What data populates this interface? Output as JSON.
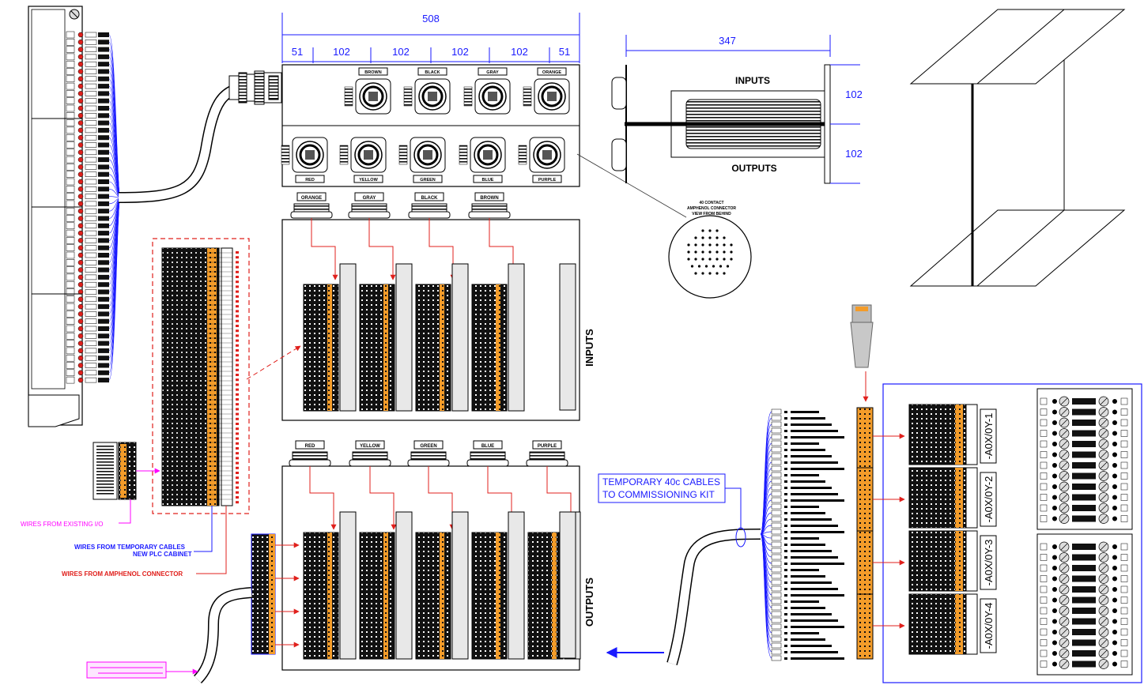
{
  "dimensions": {
    "total_width": "508",
    "segments": [
      "51",
      "102",
      "102",
      "102",
      "102",
      "51"
    ],
    "side_depth": "347",
    "heights": [
      "102",
      "102"
    ]
  },
  "side_view": {
    "inputs_label": "INPUTS",
    "outputs_label": "OUTPUTS"
  },
  "top_connectors": [
    "BROWN",
    "BLACK",
    "GRAY",
    "ORANGE"
  ],
  "bottom_connectors": [
    "RED",
    "YELLOW",
    "GREEN",
    "BLUE",
    "PURPLE"
  ],
  "input_cabinet": {
    "connectors": [
      "ORANGE",
      "GRAY",
      "BLACK",
      "BROWN"
    ],
    "label": "INPUTS"
  },
  "output_cabinet": {
    "connectors": [
      "RED",
      "YELLOW",
      "GREEN",
      "BLUE",
      "PURPLE"
    ],
    "label": "OUTPUTS"
  },
  "connector_detail": {
    "title_lines": [
      "40 CONTACT",
      "AMPHENOL CONNECTOR",
      "VIEW FROM BEHIND"
    ]
  },
  "annotations": {
    "wires_existing": "WIRES FROM EXISTING I/O",
    "wires_temp_line1": "WIRES FROM TEMPORARY CABLES",
    "wires_temp_line2": "NEW PLC CABINET",
    "wires_amphenol": "WIRES FROM AMPHENOL CONNECTOR",
    "temp_cables_line1": "TEMPORARY 40c CABLES",
    "temp_cables_line2": "TO COMMISSIONING KIT"
  },
  "module_labels": [
    "-A0X/0Y-1",
    "-A0X/0Y-2",
    "-A0X/0Y-3",
    "-A0X/0Y-4"
  ],
  "colors": {
    "dimension": "#1a1aff",
    "wire_red": "#e0201c",
    "wire_blue": "#1a1aff",
    "wire_magenta": "#ff00ff",
    "terminal_orange": "#f39c2a"
  }
}
